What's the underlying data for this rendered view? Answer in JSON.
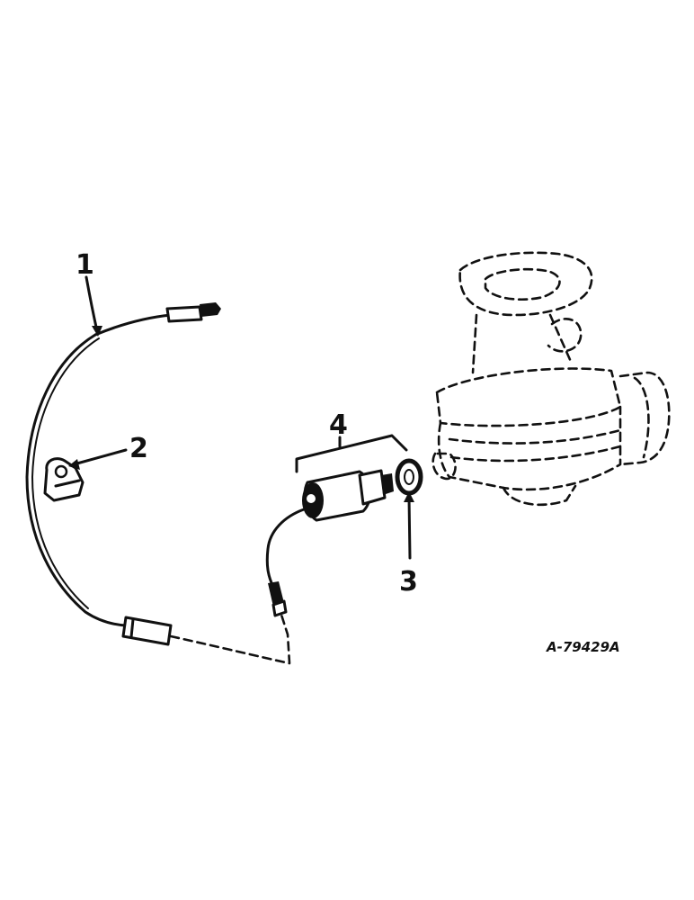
{
  "callouts": {
    "c1": "1",
    "c2": "2",
    "c3": "3",
    "c4": "4"
  },
  "reference_code": "A-79429A",
  "colors": {
    "ink": "#111111",
    "paper": "#ffffff"
  }
}
